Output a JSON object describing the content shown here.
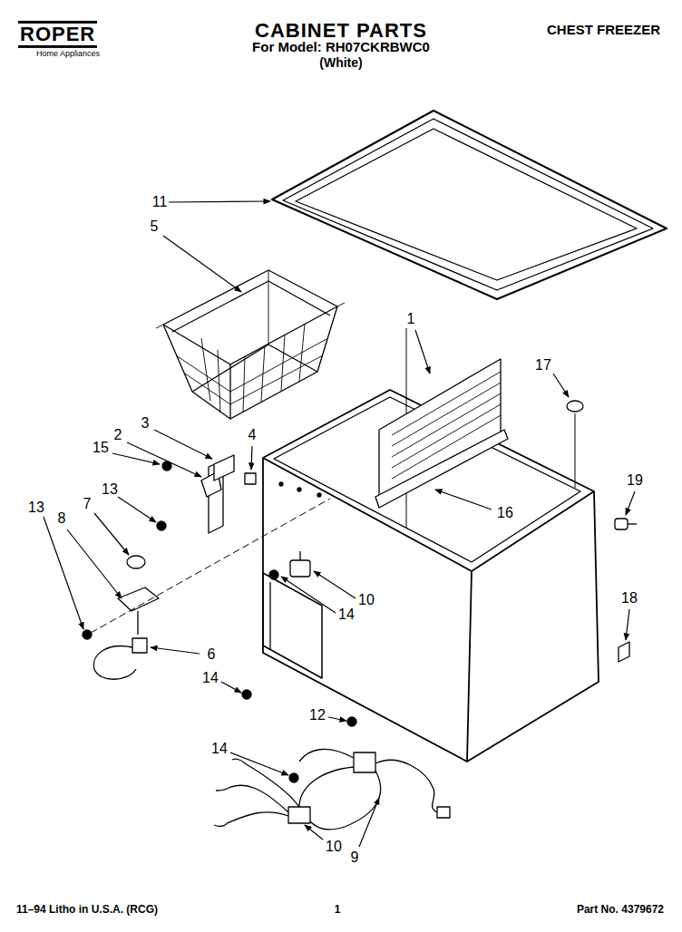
{
  "diagram": {
    "title": "CABINET PARTS",
    "labels": [
      "ROPER",
      "Home Appliances",
      "For Model: RH07CKRBWC0",
      "(White)",
      "CHEST FREEZER",
      "11",
      "5",
      "1",
      "17",
      "3",
      "2",
      "4",
      "15",
      "13",
      "7",
      "8",
      "13",
      "16",
      "19",
      "10",
      "14",
      "18",
      "6",
      "14",
      "12",
      "14",
      "10",
      "9",
      "11–94 Litho in U.S.A. (RCG)",
      "1",
      "Part No. 4379672"
    ]
  }
}
